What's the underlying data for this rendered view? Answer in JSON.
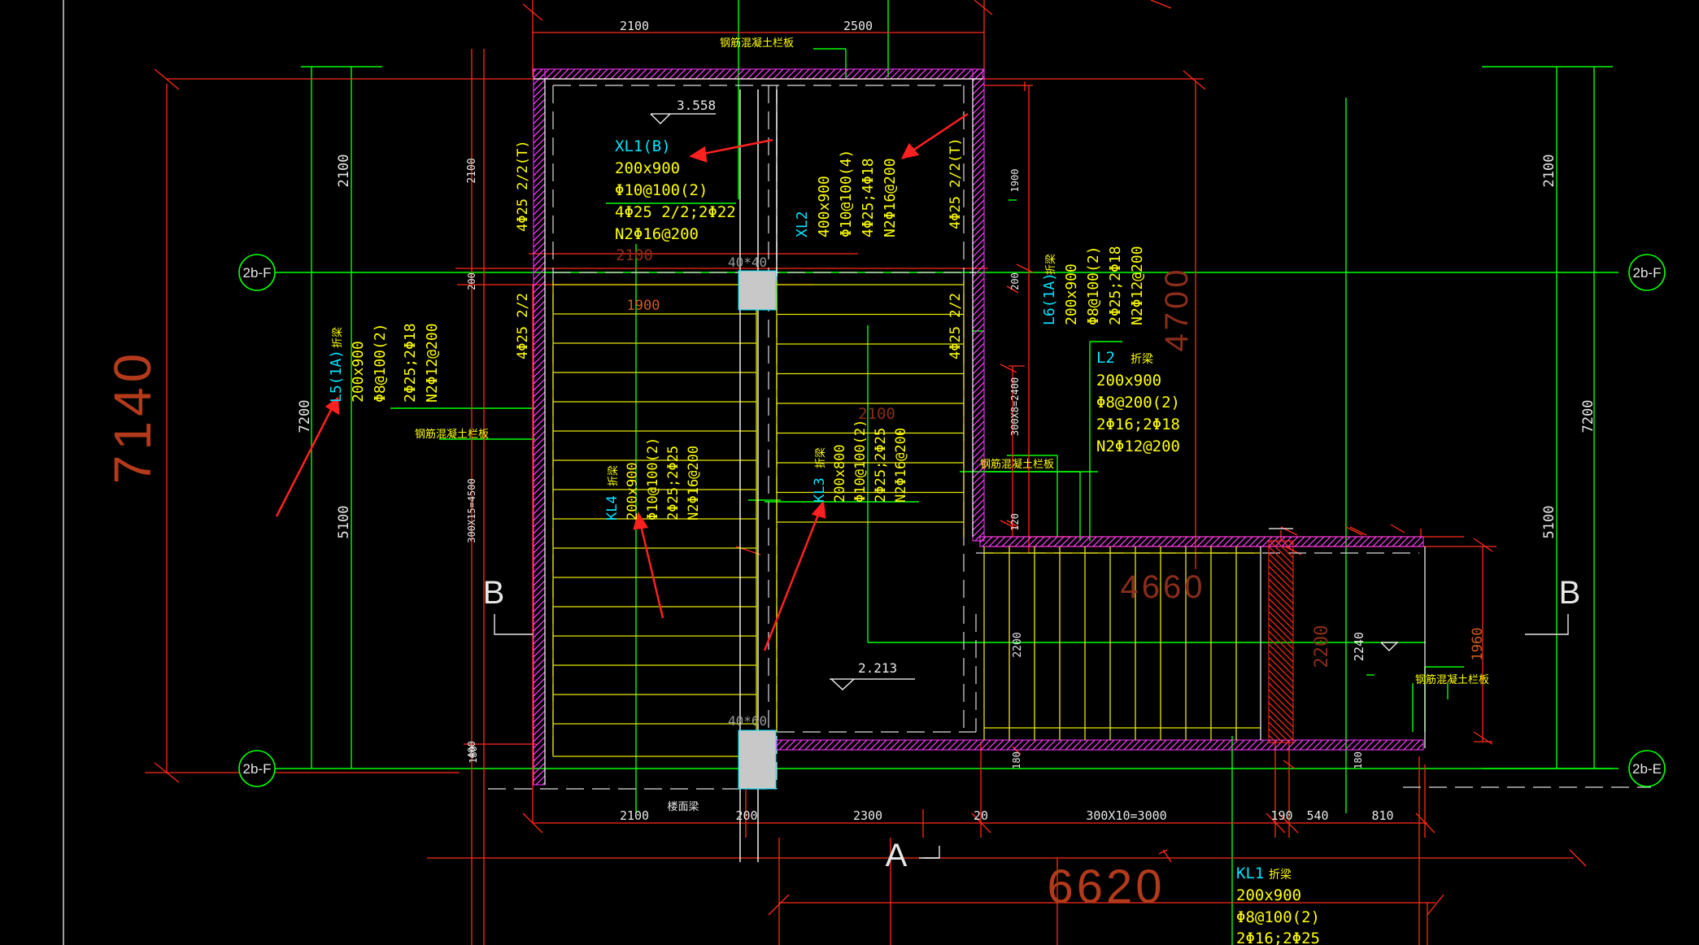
{
  "drawing": {
    "colors": {
      "background": "#000000",
      "dimension": "#ff2a1a",
      "axis_line": "#00ff00",
      "label_yellow": "#ffff00",
      "label_cyan": "#00e5ff",
      "dim_text": "#e8e8e8",
      "hatch": "#ff3cff",
      "stair_line": "#e6e600",
      "column_fill": "#c8c8c8",
      "arrow": "#ff2020",
      "big_dim_text": "#b33a1a"
    },
    "dims_top": [
      "2100",
      "2500"
    ],
    "dims_bottom": [
      "2100",
      "楼面梁",
      "200",
      "2300",
      "20",
      "300X10=3000",
      "190",
      "540",
      "810"
    ],
    "dims_left": [
      "2100",
      "7200",
      "5100"
    ],
    "dims_right": [
      "2100",
      "7200",
      "5100"
    ],
    "dims_misc": {
      "left_2100": "2100",
      "left_200": "200",
      "left_300x15": "300X15=4500",
      "left_400": "400",
      "right_1900": "1900",
      "right_200": "200",
      "right_300x8": "300X8=2400",
      "right_120": "120",
      "h_1900": "1900",
      "h_2100a": "2100",
      "h_2100b": "2100",
      "v_2200a": "2200",
      "v_2200b": "2200",
      "v_2240": "2240",
      "v_1960": "1960",
      "d_180a": "180",
      "d_180b": "180",
      "d_180c": "180"
    },
    "big_dims": {
      "vertical": "7140",
      "horizontal": "6620",
      "stair_len": "4660",
      "right_v": "4700"
    },
    "axes": {
      "top_left": "2b-F",
      "top_right": "2b-F",
      "bottom_left": "2b-F",
      "bottom_right": "2b-E",
      "left_letter": "B",
      "right_letter": "B",
      "bottom_letter": "A"
    },
    "elevations": {
      "upper": "3.558",
      "lower": "2.213"
    },
    "columns": {
      "top": "40*40",
      "bottom": "40*60"
    },
    "notes": {
      "parapet": "钢筋混凝土栏板",
      "parapet_left": "钢筋混凝土栏板",
      "parapet_mid": "钢筋混凝土栏板",
      "parapet_right": "钢筋混凝土栏板"
    },
    "beams": {
      "xl1": {
        "name": "XL1(B)",
        "size": "200x900",
        "stirrup": "Φ10@100(2)",
        "main": "4Φ25 2/2;2Φ22",
        "side": "N2Φ16@200"
      },
      "xl2": {
        "name": "XL2",
        "size": "400x900",
        "stirrup": "Φ10@100(4)",
        "main": "4Φ25;4Φ18",
        "side": "N2Φ16@200"
      },
      "l5": {
        "name": "L5(1A)",
        "tag": "折梁",
        "size": "200x900",
        "stirrup": "Φ8@100(2)",
        "main": "2Φ25;2Φ18",
        "side": "N2Φ12@200"
      },
      "l6": {
        "name": "L6(1A)",
        "tag": "折梁",
        "size": "200x900",
        "stirrup": "Φ8@100(2)",
        "main": "2Φ25;2Φ18",
        "side": "N2Φ12@200"
      },
      "l2": {
        "name": "L2",
        "tag": "折梁",
        "size": "200x900",
        "stirrup": "Φ8@200(2)",
        "main": "2Φ16;2Φ18",
        "side": "N2Φ12@200"
      },
      "kl4": {
        "name": "KL4",
        "tag": "折梁",
        "size": "200x900",
        "stirrup": "Φ10@100(2)",
        "main": "2Φ25;2Φ25",
        "side": "N2Φ16@200"
      },
      "kl3": {
        "name": "KL3",
        "tag": "折梁",
        "size": "200x800",
        "stirrup": "Φ10@100(2)",
        "main": "2Φ25;2Φ25",
        "side": "N2Φ16@200"
      },
      "kl1": {
        "name": "KL1",
        "tag": "折梁",
        "size": "200x900",
        "stirrup": "Φ8@100(2)",
        "main": "2Φ16;2Φ25"
      }
    },
    "rebar_side": {
      "l_top": "4Φ25 2/2(T)",
      "l_mid": "4Φ25 2/2",
      "r_top": "4Φ25 2/2(T)",
      "r_mid": "4Φ25 2/2"
    }
  }
}
